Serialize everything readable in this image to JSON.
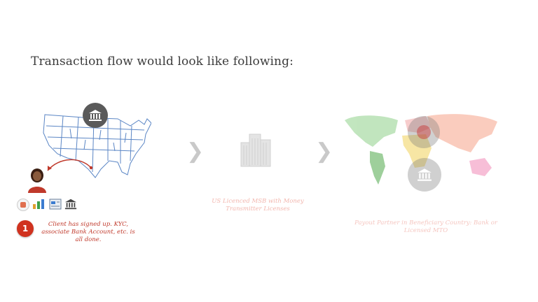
{
  "slide": {
    "title": "Transaction flow would look like following:"
  },
  "step1": {
    "number": "1",
    "description": "Client has signed up. KYC, associate Bank Account, etc. is all done."
  },
  "msb": {
    "label": "US Licenced MSB with Money Transmitter Licenses"
  },
  "payout": {
    "label": "Payout Partner in Beneficiary Country: Bank or Licensed MTO"
  },
  "colors": {
    "accent_red": "#d0321f",
    "chevron": "#c9c9c9",
    "map_line": "#5b86c5"
  },
  "icons": [
    "bank-icon",
    "person-icon",
    "chevron-right-icon",
    "building-icon",
    "world-map-icon",
    "card-icon",
    "chart-icon",
    "document-icon"
  ]
}
